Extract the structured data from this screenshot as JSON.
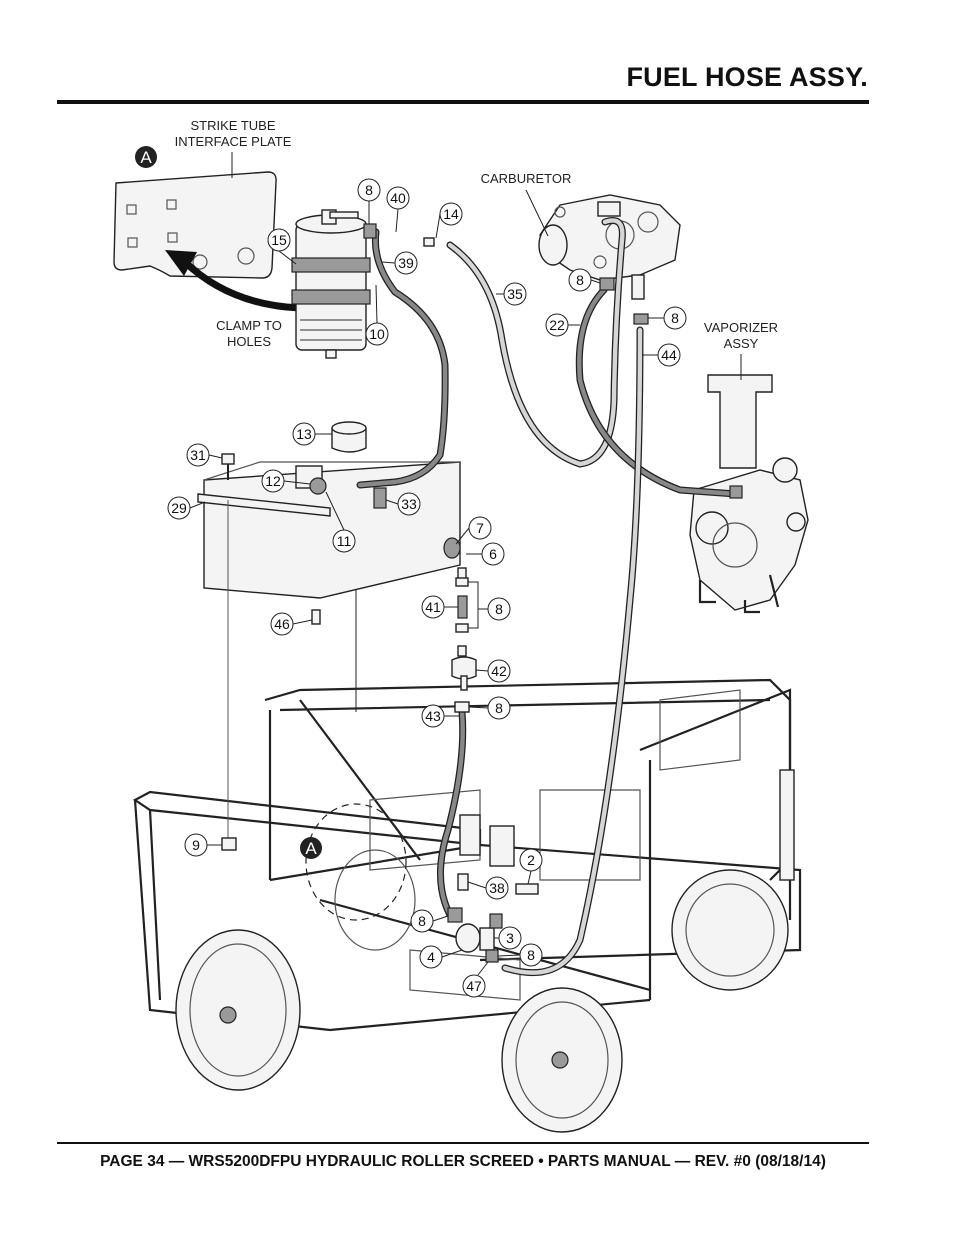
{
  "header": {
    "title": "FUEL HOSE ASSY."
  },
  "footer": {
    "text": "PAGE 34 — WRS5200DFPU HYDRAULIC ROLLER SCREED • PARTS MANUAL  — REV. #0 (08/18/14)"
  },
  "labels": {
    "strike_tube": [
      "STRIKE TUBE",
      "INTERFACE PLATE"
    ],
    "carburetor": "CARBURETOR",
    "clamp_to_holes": [
      "CLAMP TO",
      "HOLES"
    ],
    "vaporizer": [
      "VAPORIZER",
      "ASSY"
    ]
  },
  "detail_marker": "A",
  "callouts": {
    "c8a": "8",
    "c40": "40",
    "c14": "14",
    "c15": "15",
    "c39": "39",
    "c35": "35",
    "c10": "10",
    "c8b": "8",
    "c8c": "8",
    "c22": "22",
    "c44": "44",
    "c13": "13",
    "c31": "31",
    "c12": "12",
    "c33": "33",
    "c29": "29",
    "c11": "11",
    "c7": "7",
    "c6": "6",
    "c41": "41",
    "c8d": "8",
    "c46": "46",
    "c42": "42",
    "c43": "43",
    "c8e": "8",
    "c9": "9",
    "c2": "2",
    "c38": "38",
    "c8f": "8",
    "c3": "3",
    "c4": "4",
    "c8g": "8",
    "c47": "47"
  }
}
